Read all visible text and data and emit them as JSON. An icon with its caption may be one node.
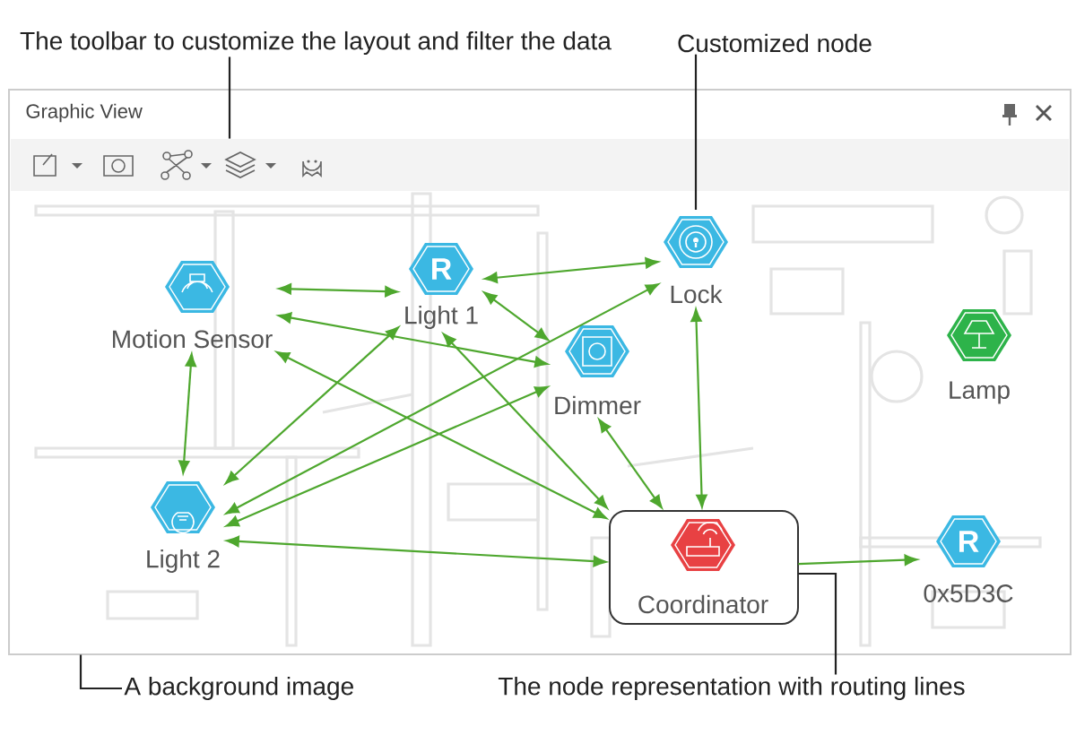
{
  "diagram": {
    "nodes": [
      {
        "text": [
          "Graphic View"
        ]
      },
      {
        "text": [],
        "shape": "bar",
        "in": 0
      },
      {
        "text": [
          "Motion Sensor"
        ],
        "in": 0
      },
      {
        "text": [
          "R",
          "Light 1"
        ],
        "in": 0
      },
      {
        "text": [
          "Lock"
        ],
        "in": 0
      },
      {
        "text": [
          "Dimmer"
        ],
        "in": 0
      },
      {
        "text": [
          "Lamp"
        ],
        "in": 0
      },
      {
        "text": [
          "Light 2"
        ],
        "in": 0
      },
      {
        "text": [
          "Coordinator"
        ],
        "in": 0
      },
      {
        "text": [
          "R",
          "0x5D3C"
        ],
        "in": 0
      },
      {
        "text": [
          "The toolbar to customize the layout and filter the data"
        ]
      },
      {
        "text": [
          "Customized node"
        ]
      },
      {
        "text": [
          "A background image"
        ]
      },
      {
        "text": [
          "The node representation with routing lines"
        ]
      }
    ],
    "edges": [
      {
        "from": 2,
        "to": 3,
        "arrow": "both"
      },
      {
        "from": 3,
        "to": 4,
        "arrow": "both"
      },
      {
        "from": 3,
        "to": 5,
        "arrow": "both"
      },
      {
        "from": 2,
        "to": 5,
        "arrow": "both"
      },
      {
        "from": 2,
        "to": 8,
        "arrow": "both"
      },
      {
        "from": 2,
        "to": 7,
        "arrow": "both"
      },
      {
        "from": 7,
        "to": 3,
        "arrow": "both"
      },
      {
        "from": 7,
        "to": 4,
        "arrow": "both"
      },
      {
        "from": 7,
        "to": 5,
        "arrow": "both"
      },
      {
        "from": 7,
        "to": 8,
        "arrow": "both"
      },
      {
        "from": 3,
        "to": 8,
        "arrow": "both"
      },
      {
        "from": 5,
        "to": 8,
        "arrow": "both"
      },
      {
        "from": 4,
        "to": 8,
        "arrow": "both"
      },
      {
        "from": 8,
        "to": 9,
        "arrow": "to"
      },
      {
        "from": 10,
        "to": 1,
        "arrow": "none",
        "color": "#222222"
      },
      {
        "from": 11,
        "to": 4,
        "arrow": "none",
        "color": "#222222"
      },
      {
        "from": 12,
        "to": 0,
        "arrow": "none",
        "color": "#222222"
      },
      {
        "from": 13,
        "to": 8,
        "arrow": "none",
        "color": "#222222"
      }
    ]
  }
}
